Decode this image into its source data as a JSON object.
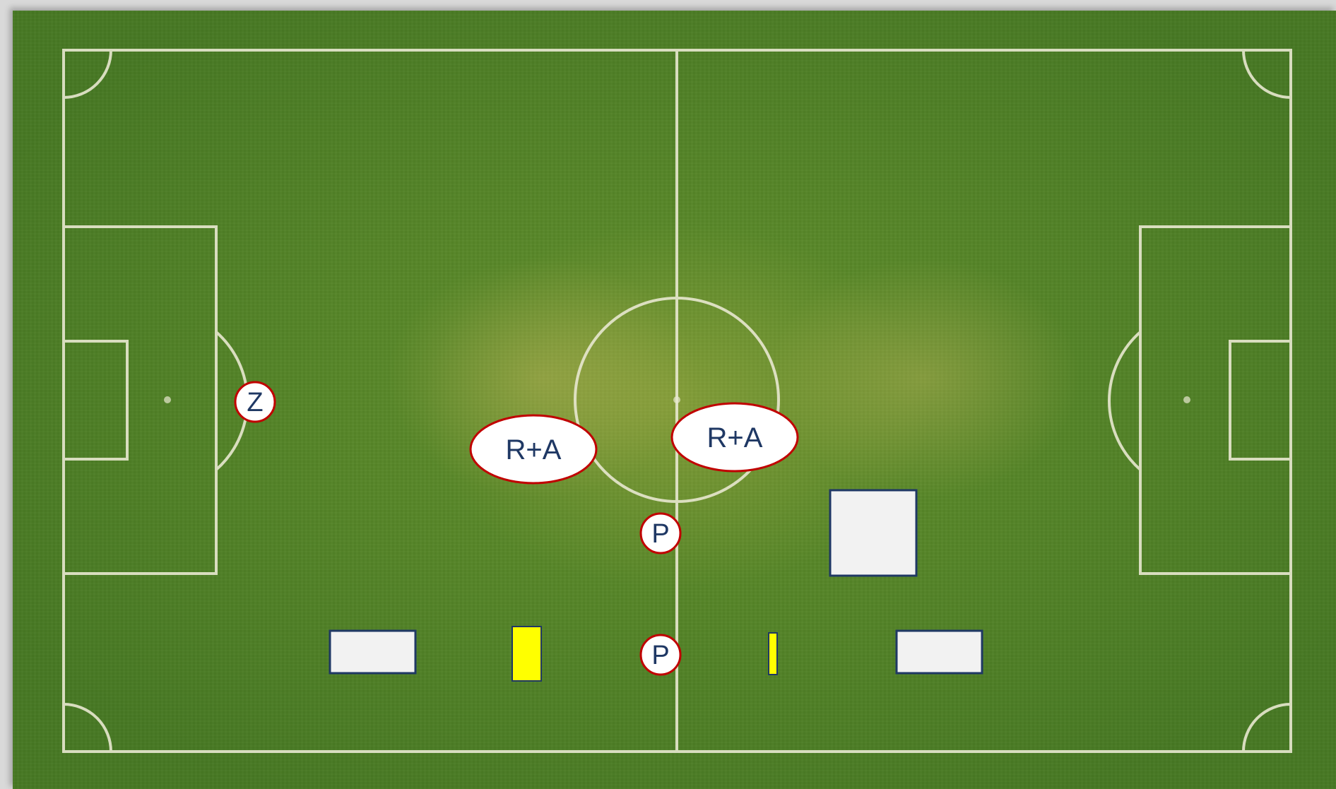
{
  "colors": {
    "grass": "#5e8f2c",
    "pitch_line": "#e8e8d0",
    "marker_fill": "#ffffff",
    "marker_border": "#c00000",
    "marker_text": "#1f3864",
    "box_fill": "#f2f2f2",
    "box_border": "#1f3864",
    "yellow_card": "#ffff00"
  },
  "markers": [
    {
      "id": "z",
      "label": "Z"
    },
    {
      "id": "ra-left",
      "label": "R+A"
    },
    {
      "id": "ra-right",
      "label": "R+A"
    },
    {
      "id": "p-upper",
      "label": "P"
    },
    {
      "id": "p-lower",
      "label": "P"
    }
  ]
}
